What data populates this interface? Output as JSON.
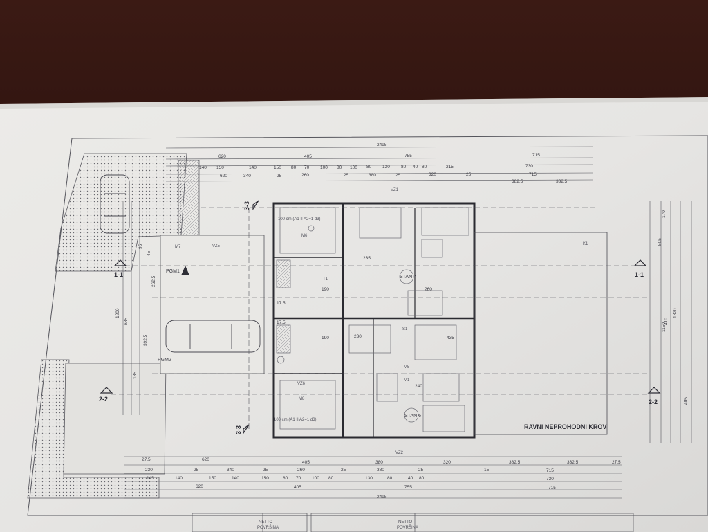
{
  "plan": {
    "roof_label": "RAVNI NEPROHODNI KROV",
    "apartment_upper": "STAN 7",
    "apartment_lower": "STAN 6",
    "sections": [
      "1-1",
      "2-2",
      "3-3"
    ],
    "parking": [
      "PGM1",
      "PGM2"
    ],
    "wall_spec_upper": "100 cm (A1 II A2=1 d3)",
    "wall_spec_lower": "100 cm (A1 II A2=1 d3)",
    "top_total": "2495",
    "top_row_1": [
      "620",
      "405",
      "755",
      "715"
    ],
    "top_row_2": [
      "140",
      "150",
      "140",
      "150",
      "80",
      "70",
      "100",
      "80",
      "100",
      "80",
      "130",
      "80",
      "40",
      "80",
      "215",
      "730"
    ],
    "top_row_3": [
      "620",
      "340",
      "25",
      "260",
      "25",
      "380",
      "25",
      "320",
      "25",
      "715"
    ],
    "top_row_4": [
      "382.5",
      "332.5"
    ],
    "bottom_row_1": [
      "27.5",
      "620",
      "405",
      "380",
      "320",
      "382.5",
      "332.5",
      "27.5"
    ],
    "bottom_row_2": [
      "230",
      "25",
      "340",
      "25",
      "260",
      "25",
      "380",
      "25",
      "15",
      "715"
    ],
    "bottom_row_3": [
      "145",
      "140",
      "150",
      "140",
      "150",
      "80",
      "70",
      "100",
      "80",
      "130",
      "80",
      "40",
      "80",
      "730"
    ],
    "bottom_row_4": [
      "620",
      "405",
      "755",
      "715"
    ],
    "bottom_total": "2495",
    "left_dims": [
      "1200",
      "685",
      "185",
      "392.5",
      "262.5",
      "95",
      "45"
    ],
    "right_dims": [
      "1150",
      "1320",
      "410",
      "405",
      "505",
      "170"
    ],
    "mid_dims": [
      "190",
      "190",
      "17.5",
      "17.5",
      "230",
      "235",
      "435",
      "260",
      "240"
    ],
    "marks": [
      "M7",
      "M8",
      "VZ1",
      "VZ2",
      "VZ5",
      "VZ6",
      "K1",
      "M1",
      "M5",
      "M6",
      "T1",
      "S1"
    ],
    "footer_cells": [
      {
        "line1": "NETTO",
        "line2": "POVRŠINA"
      },
      {
        "line1": "NETTO",
        "line2": "POVRŠINA"
      }
    ]
  }
}
